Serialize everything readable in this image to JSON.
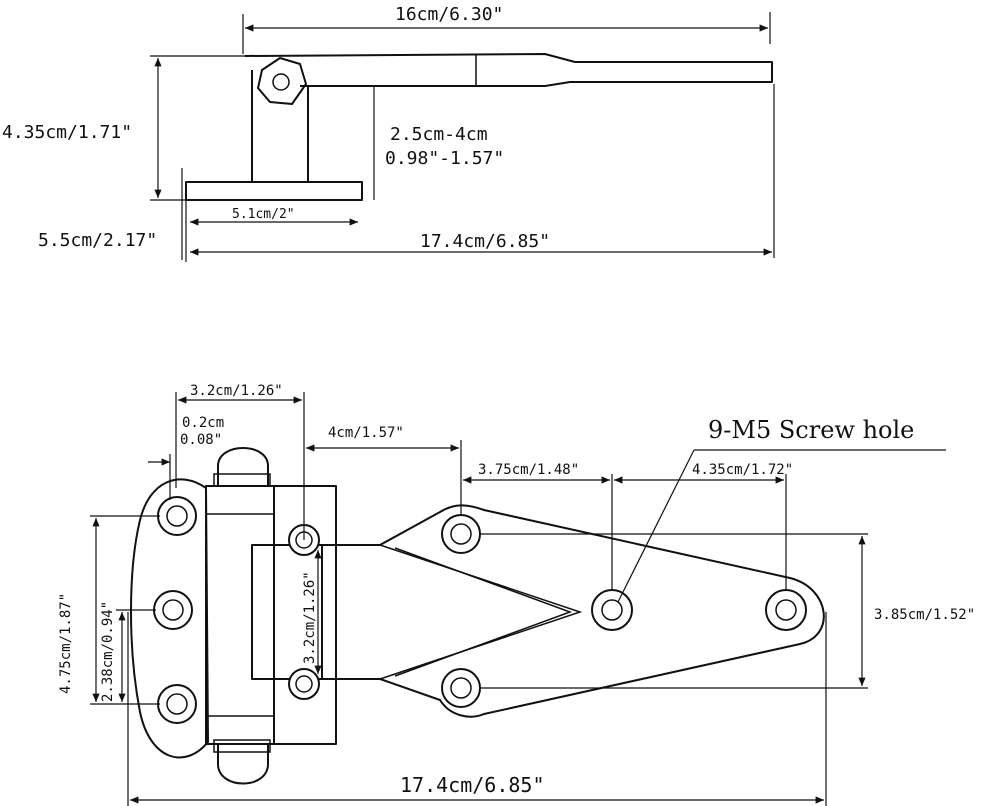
{
  "side_view": {
    "overall_top": "16cm/6.30\"",
    "height_left": "4.35cm/1.71\"",
    "offset_range_cm": "2.5cm-4cm",
    "offset_range_in": "0.98\"-1.57\"",
    "base_width": "5.1cm/2\"",
    "base_left": "5.5cm/2.17\"",
    "overall_bottom": "17.4cm/6.85\""
  },
  "top_view": {
    "pivot_width": "3.2cm/1.26\"",
    "gap_cm": "0.2cm",
    "gap_in": "0.08\"",
    "leaf_offset": "4cm/1.57\"",
    "hole_spacing_1": "3.75cm/1.48\"",
    "hole_spacing_2": "4.35cm/1.72\"",
    "callout": "9-M5 Screw hole",
    "height_outer": "4.75cm/1.87\"",
    "height_inner": "2.38cm/0.94\"",
    "block_height": "3.2cm/1.26\"",
    "triangle_height": "3.85cm/1.52\"",
    "overall_bottom": "17.4cm/6.85\""
  }
}
